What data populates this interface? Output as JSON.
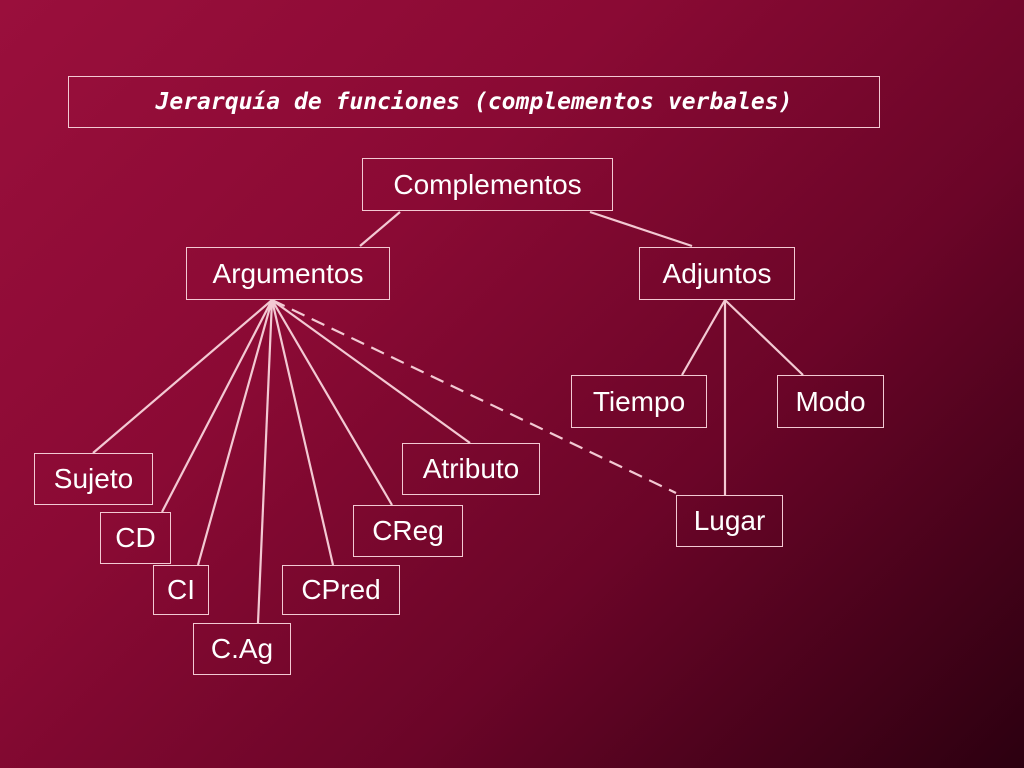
{
  "title": "Jerarquía de funciones (complementos verbales)",
  "nodes": {
    "complementos": "Complementos",
    "argumentos": "Argumentos",
    "adjuntos": "Adjuntos",
    "tiempo": "Tiempo",
    "modo": "Modo",
    "lugar": "Lugar",
    "sujeto": "Sujeto",
    "cd": "CD",
    "ci": "CI",
    "cag": "C.Ag",
    "cpred": "CPred",
    "creg": "CReg",
    "atributo": "Atributo"
  },
  "colors": {
    "background_start": "#9a0f3c",
    "background_end": "#2c0010",
    "line": "#f3c9d3",
    "text": "#ffffff"
  }
}
